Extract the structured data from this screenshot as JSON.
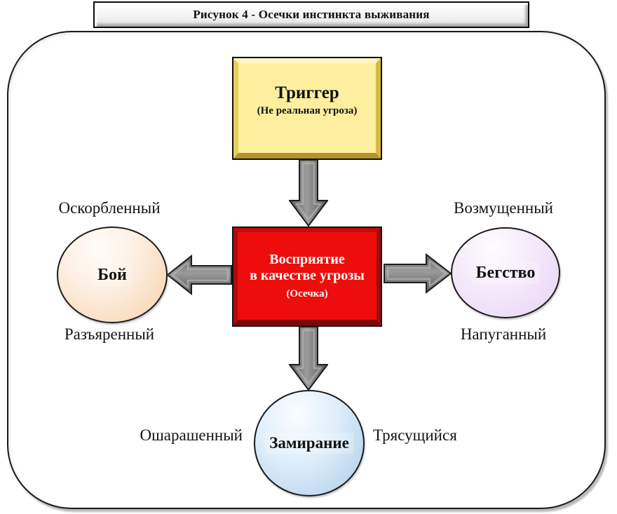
{
  "figure": {
    "title": "Рисунок 4 - Осечки инстинкта выживания"
  },
  "trigger_box": {
    "title": "Триггер",
    "subtitle": "(Не реальная угроза)"
  },
  "perception_box": {
    "line1": "Восприятие",
    "line2": "в качестве угрозы",
    "line3": "(Осечка)"
  },
  "nodes": {
    "fight": {
      "label": "Бой",
      "top_label": "Оскорбленный",
      "bottom_label": "Разъяренный"
    },
    "flight": {
      "label": "Бегство",
      "top_label": "Возмущенный",
      "bottom_label": "Напуганный"
    },
    "freeze": {
      "label": "Замирание",
      "left_label": "Ошарашенный",
      "right_label": "Трясущийся"
    }
  },
  "icons": {
    "arrow_down_top": "arrow-down-icon",
    "arrow_down_bottom": "arrow-down-icon",
    "arrow_left": "arrow-left-icon",
    "arrow_right": "arrow-right-icon"
  },
  "colors": {
    "trigger_fill": "#feef9e",
    "trigger_bevel_dark": "#b2952e",
    "perception_fill": "#ee0d0d",
    "perception_text": "#ffffff",
    "fight_fill": "#f8d0a9",
    "flight_fill": "#e6d2f4",
    "freeze_fill": "#a9cbe7",
    "arrow_gray": "#7d7d7d",
    "frame_border": "#1a1a1a",
    "background": "#ffffff"
  }
}
